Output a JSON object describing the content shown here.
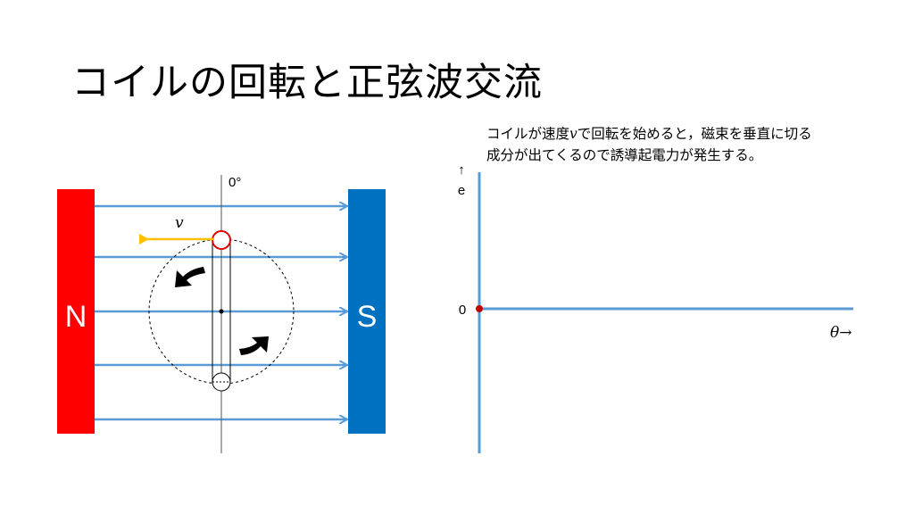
{
  "title": "コイルの回転と正弦波交流",
  "description": {
    "part1": "コイルが速度",
    "velocity_symbol": "v",
    "part2": "で回転を始めると，磁束を垂直に切る",
    "line2": "成分が出てくるので誘導起電力が発生する。"
  },
  "diagram": {
    "north_label": "N",
    "south_label": "S",
    "angle_label": "0°",
    "velocity_label": "v",
    "colors": {
      "north": "#ff0000",
      "south": "#0070c0",
      "field_lines": "#5b9bd5",
      "velocity_arrow": "#ffc000",
      "conductor_top": "#e00000"
    }
  },
  "graph": {
    "y_axis_label": "↑\ne",
    "y_arrow": "↑",
    "y_letter": "e",
    "origin_label": "0",
    "x_axis_label": "θ→",
    "axis_color": "#5b9bd5",
    "origin_point_color": "#c00000"
  }
}
